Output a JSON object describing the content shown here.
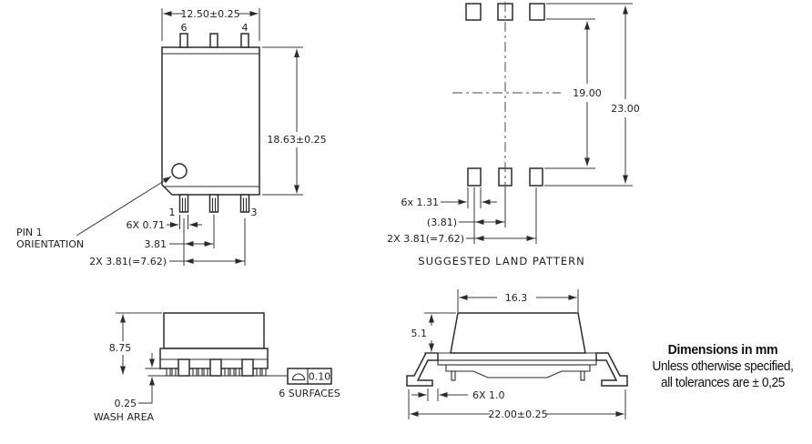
{
  "colors": {
    "line": "#2b2b2b",
    "thin_line": "#3a3a3a",
    "text": "#1f1f1f",
    "background": "#ffffff"
  },
  "front_view": {
    "dim_width": "12.50±0.25",
    "pin_label_top_left": "6",
    "pin_label_top_right": "4",
    "dim_height": "18.63±0.25",
    "pin_label_bottom_left": "1",
    "pin_label_bottom_right": "3",
    "callout_line1": "PIN 1",
    "callout_line2": "ORIENTATION",
    "dim_lead_width": "6X 0.71",
    "dim_pitch": "3.81",
    "dim_row_span": "2X 3.81(=7.62)"
  },
  "land_pattern": {
    "dim_pad_inner": "19.00",
    "dim_pad_outer": "23.00",
    "dim_pad_width": "6x 1.31",
    "dim_pitch": "(3.81)",
    "dim_row_span": "2X 3.81(=7.62)",
    "caption": "SUGGESTED LAND PATTERN"
  },
  "side_view": {
    "dim_height": "8.75",
    "dim_standoff": "0.25",
    "standoff_label": "WASH AREA",
    "tolerance_value": "0.10",
    "tolerance_note": "6 SURFACES"
  },
  "end_view": {
    "dim_top_width": "16.3",
    "dim_body_height": "5.1",
    "dim_lead_width": "6X 1.0",
    "dim_overall_width": "22.00±0.25"
  },
  "notes": {
    "title": "Dimensions in mm",
    "line1": "Unless otherwise specified,",
    "line2": "all tolerances are ± 0,25"
  }
}
